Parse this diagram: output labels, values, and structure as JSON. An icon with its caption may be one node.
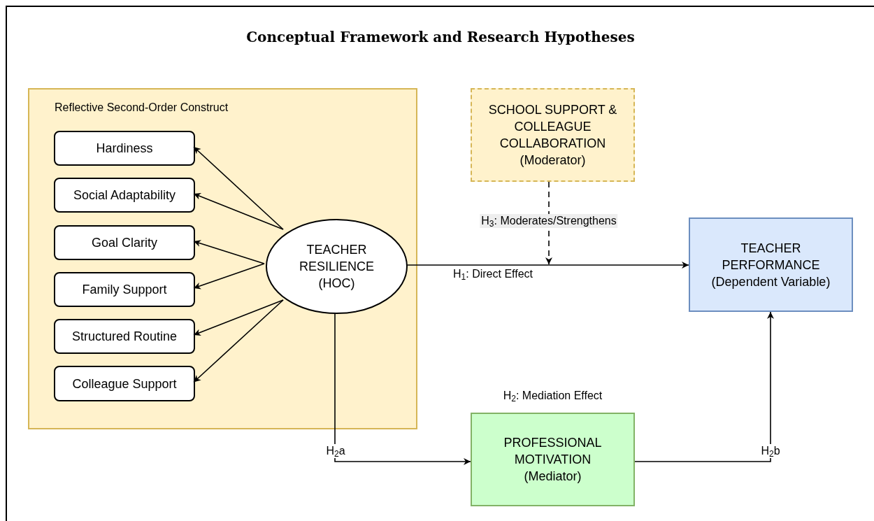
{
  "diagram": {
    "title": "Conceptual Framework and Research Hypotheses",
    "nodes": [
      {
        "text": [
          "Reflective Second-Order Construct"
        ]
      },
      {
        "text": [
          "Hardiness"
        ],
        "in": 0
      },
      {
        "text": [
          "Social Adaptability"
        ],
        "in": 0
      },
      {
        "text": [
          "Goal Clarity"
        ],
        "in": 0
      },
      {
        "text": [
          "Family Support"
        ],
        "in": 0
      },
      {
        "text": [
          "Structured Routine"
        ],
        "in": 0
      },
      {
        "text": [
          "Colleague Support"
        ],
        "in": 0
      },
      {
        "text": [
          "TEACHER RESILIENCE (HOC)"
        ],
        "in": 0
      },
      {
        "text": [
          "SCHOOL SUPPORT & COLLEAGUE COLLABORATION",
          "(Moderator)"
        ]
      },
      {
        "text": [
          "TEACHER PERFORMANCE",
          "(Dependent Variable)"
        ]
      },
      {
        "text": [
          "PROFESSIONAL MOTIVATION",
          "(Mediator)"
        ],
        "beside": [
          "H$_{2}$: Mediation Effect"
        ]
      }
    ],
    "edges": [
      {
        "from": 7,
        "to": 1,
        "arrow": "to"
      },
      {
        "from": 7,
        "to": 2,
        "arrow": "to"
      },
      {
        "from": 7,
        "to": 3,
        "arrow": "to"
      },
      {
        "from": 7,
        "to": 4,
        "arrow": "to"
      },
      {
        "from": 7,
        "to": 5,
        "arrow": "to"
      },
      {
        "from": 7,
        "to": 6,
        "arrow": "to"
      },
      {
        "from": 7,
        "to": 9,
        "arrow": "to",
        "label": "H$_{1}$: Direct Effect"
      },
      {
        "from": 8,
        "to": null,
        "arrow": "to",
        "style": "dashed",
        "label": "H$_{3}$: Moderates/Strengthens"
      },
      {
        "from": 7,
        "to": 10,
        "arrow": "to",
        "label": "H$_{2}$a"
      },
      {
        "from": 10,
        "to": 9,
        "arrow": "to",
        "label": "H$_{2}$b"
      }
    ]
  }
}
